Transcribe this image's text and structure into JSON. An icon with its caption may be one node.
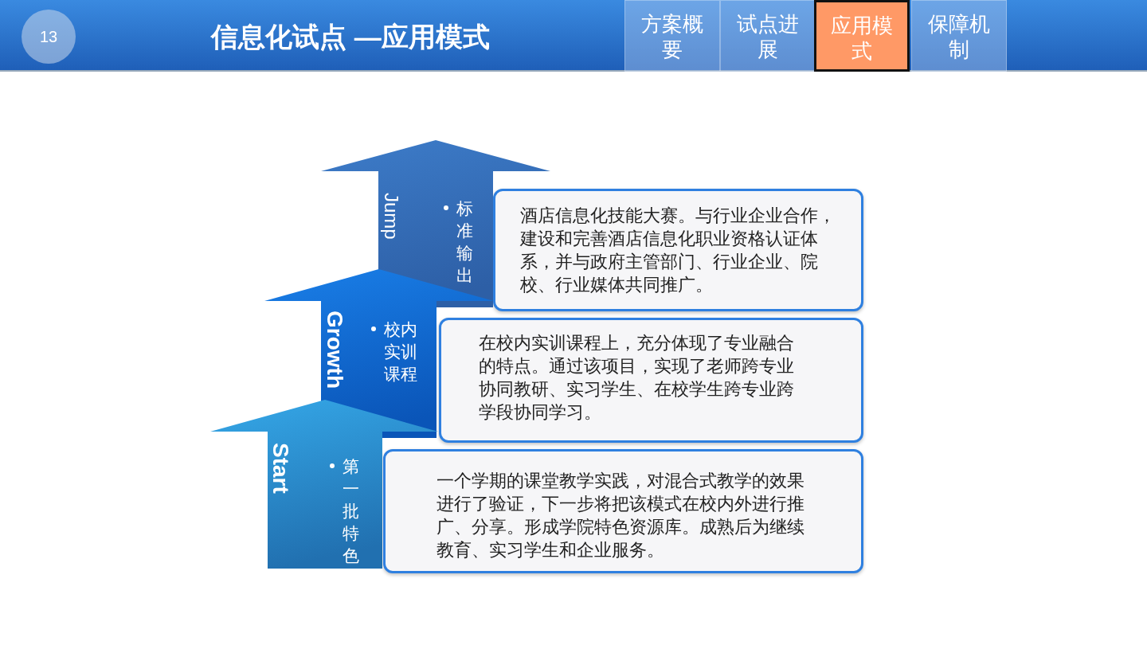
{
  "diagram": {
    "title": "信息化试点 —应用模式",
    "nodes": [
      {
        "text": [
          "方案概要"
        ]
      },
      {
        "text": [
          "试点进展"
        ]
      },
      {
        "text": [
          "应用模式"
        ]
      },
      {
        "text": [
          "保障机制"
        ]
      },
      {
        "text": [
          "Jump",
          "标准输出"
        ]
      },
      {
        "text": [
          "酒店信息化技能大赛。与行业企业合作，建设和完善酒店信息化职业资格认证体系，并与政府主管部门、行业企业、院校、行业媒体共同推广。"
        ]
      },
      {
        "text": [
          "Growth",
          "校内实训课程"
        ]
      },
      {
        "text": [
          "在校内实训课程上，充分体现了专业融合的特点。通过该项目，实现了老师跨专业协同教研、实习学生、在校学生跨专业跨学段协同学习。"
        ]
      },
      {
        "text": [
          "Start",
          "第一批特色"
        ]
      },
      {
        "text": [
          "一个学期的课堂教学实践，对混合式教学的效果进行了验证，下一步将把该模式在校内外进行推广、分享。形成学院特色资源库。成熟后为继续教育、实习学生和企业服务。"
        ]
      }
    ],
    "labels": [
      "13"
    ]
  }
}
